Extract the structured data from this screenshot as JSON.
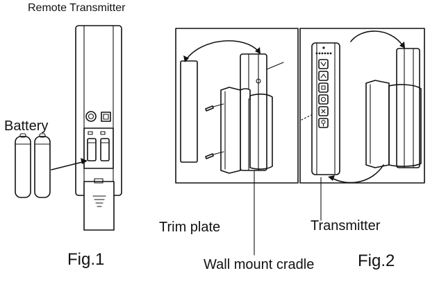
{
  "figure": {
    "title_remote": "Remote Transmitter",
    "label_battery": "Battery",
    "label_trim_plate": "Trim plate",
    "label_transmitter": "Transmitter",
    "label_wall_cradle": "Wall mount cradle",
    "fig1_caption": "Fig.1",
    "fig2_caption": "Fig.2"
  }
}
